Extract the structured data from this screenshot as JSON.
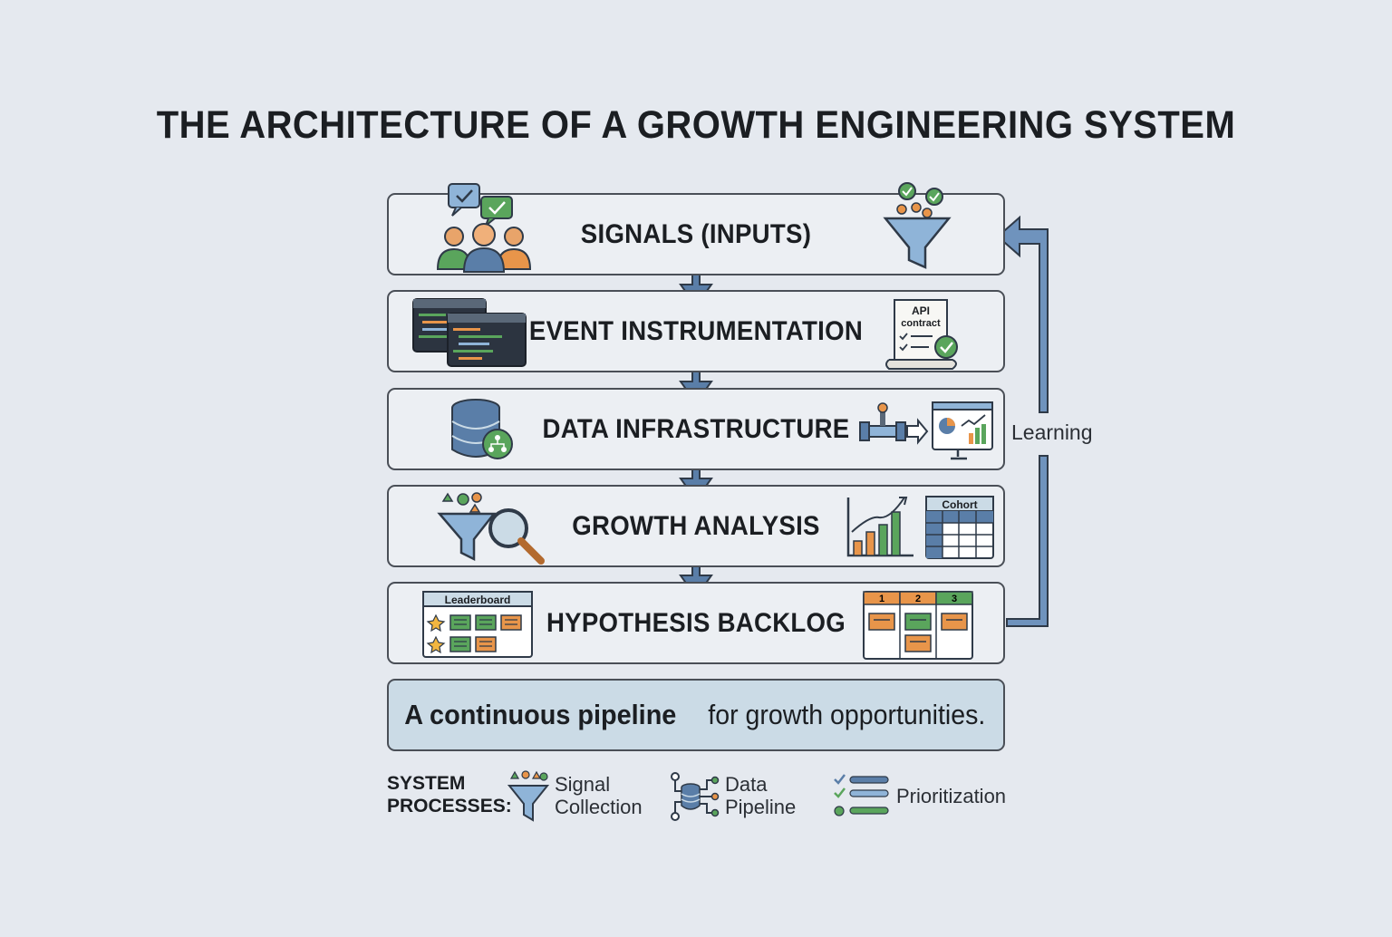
{
  "title": "THE ARCHITECTURE OF A GROWTH ENGINEERING SYSTEM",
  "stages": [
    {
      "label": "SIGNALS (INPUTS)"
    },
    {
      "label": "EVENT INSTRUMENTATION",
      "icon_text": [
        "API",
        "contract"
      ]
    },
    {
      "label": "DATA INFRASTRUCTURE"
    },
    {
      "label": "GROWTH ANALYSIS",
      "icon_text": "Cohort"
    },
    {
      "label": "HYPOTHESIS BACKLOG",
      "icon_text": "Leaderboard",
      "kanban_columns": [
        "1",
        "2",
        "3"
      ]
    }
  ],
  "feedback_label": "Learning",
  "tagline": {
    "strong": "A continuous pipeline",
    "rest": "for growth opportunities."
  },
  "legend": {
    "heading": [
      "SYSTEM",
      "PROCESSES:"
    ],
    "items": [
      {
        "label": [
          "Signal",
          "Collection"
        ],
        "icon": "funnel-icon"
      },
      {
        "label": [
          "Data",
          "Pipeline"
        ],
        "icon": "data-pipeline-icon"
      },
      {
        "label": [
          "Prioritization"
        ],
        "icon": "checklist-icon"
      }
    ]
  },
  "colors": {
    "background": "#e5e9ef",
    "arrow": "#5a7ea8",
    "green": "#5aa55c",
    "orange": "#e8954a",
    "blue": "#5a7ea8",
    "tagline_bg": "#cbdbe6"
  }
}
